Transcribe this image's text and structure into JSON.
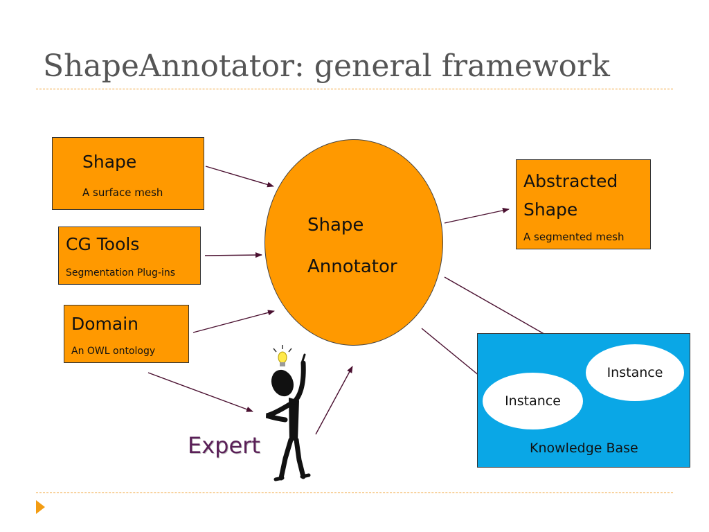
{
  "title": "ShapeAnnotator: general framework",
  "inputs": {
    "shape": {
      "heading": "Shape",
      "detail": "A surface mesh"
    },
    "cg_tools": {
      "heading": "CG Tools",
      "detail": "Segmentation Plug-ins"
    },
    "domain": {
      "heading": "Domain",
      "detail": "An OWL ontology"
    }
  },
  "annotator": {
    "line1": "Shape",
    "line2": "Annotator"
  },
  "output": {
    "heading": "Abstracted Shape",
    "detail": "A segmented mesh"
  },
  "knowledge_base": {
    "label": "Knowledge Base",
    "instances": [
      "Instance",
      "Instance"
    ]
  },
  "expert": {
    "label": "Expert"
  },
  "colors": {
    "box_fill": "#ff9900",
    "kb_fill": "#0aa7e6",
    "arrow": "#4a1030",
    "rule": "#f0a030",
    "expert_text": "#5a1f57"
  },
  "icons": [
    "stick-figure-expert",
    "lightbulb-icon",
    "triangle-bullet-icon"
  ]
}
